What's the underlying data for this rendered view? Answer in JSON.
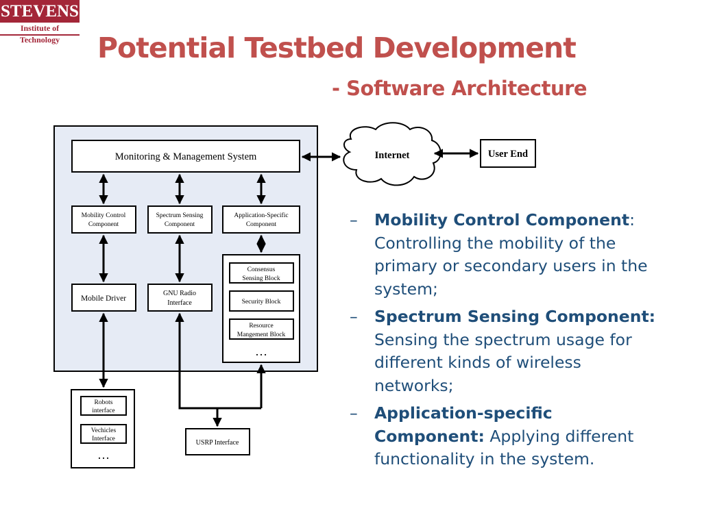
{
  "logo": {
    "top": "STEVENS",
    "bottom": "Institute of Technology"
  },
  "slide": {
    "title": "Potential Testbed Development",
    "subtitle": "- Software Architecture"
  },
  "diagram": {
    "monitoring": "Monitoring & Management System",
    "internet": "Internet",
    "user_end": "User End",
    "mobility_l1": "Mobility Control",
    "mobility_l2": "Component",
    "spectrum_l1": "Spectrum Sensing",
    "spectrum_l2": "Component",
    "app_l1": "Application-Specific",
    "app_l2": "Component",
    "mobile_driver": "Mobile Driver",
    "gnu_l1": "GNU Radio",
    "gnu_l2": "Interface",
    "consensus_l1": "Consensus",
    "consensus_l2": "Sensing Block",
    "security": "Security Block",
    "resource_l1": "Resource",
    "resource_l2": "Mangement Block",
    "app_ellipsis": "…",
    "robots_l1": "Robots",
    "robots_l2": "interface",
    "vehicles_l1": "Vechicles",
    "vehicles_l2": "Interface",
    "robots_ellipsis": "…",
    "usrp": "USRP Interface"
  },
  "bullets": [
    {
      "dash": "–",
      "bold": "Mobility Control Component",
      "text": ": Controlling the mobility of the primary or secondary users in the system;"
    },
    {
      "dash": "–",
      "bold": "Spectrum Sensing Component:",
      "text": " Sensing the spectrum usage for different kinds of wireless networks;"
    },
    {
      "dash": "–",
      "bold": "Application-specific Component:",
      "text": " Applying different functionality in the system."
    }
  ]
}
